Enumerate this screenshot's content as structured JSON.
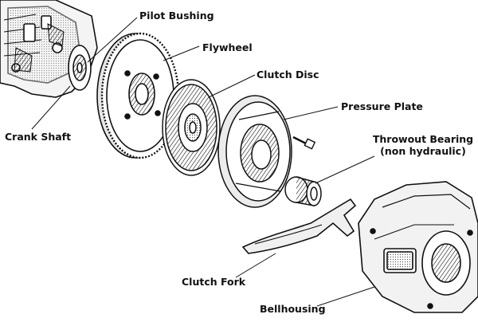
{
  "labels": {
    "pilot_bushing": "Pilot Bushing",
    "flywheel": "Flywheel",
    "clutch_disc": "Clutch Disc",
    "pressure_plate": "Pressure Plate",
    "throwout_bearing": "Throwout Bearing",
    "throwout_bearing_note": "(non hydraulic)",
    "crank_shaft": "Crank Shaft",
    "clutch_fork": "Clutch Fork",
    "bellhousing": "Bellhousing"
  },
  "colors": {
    "ink": "#111111",
    "background": "#ffffff",
    "shade": "#cfcfcf"
  }
}
